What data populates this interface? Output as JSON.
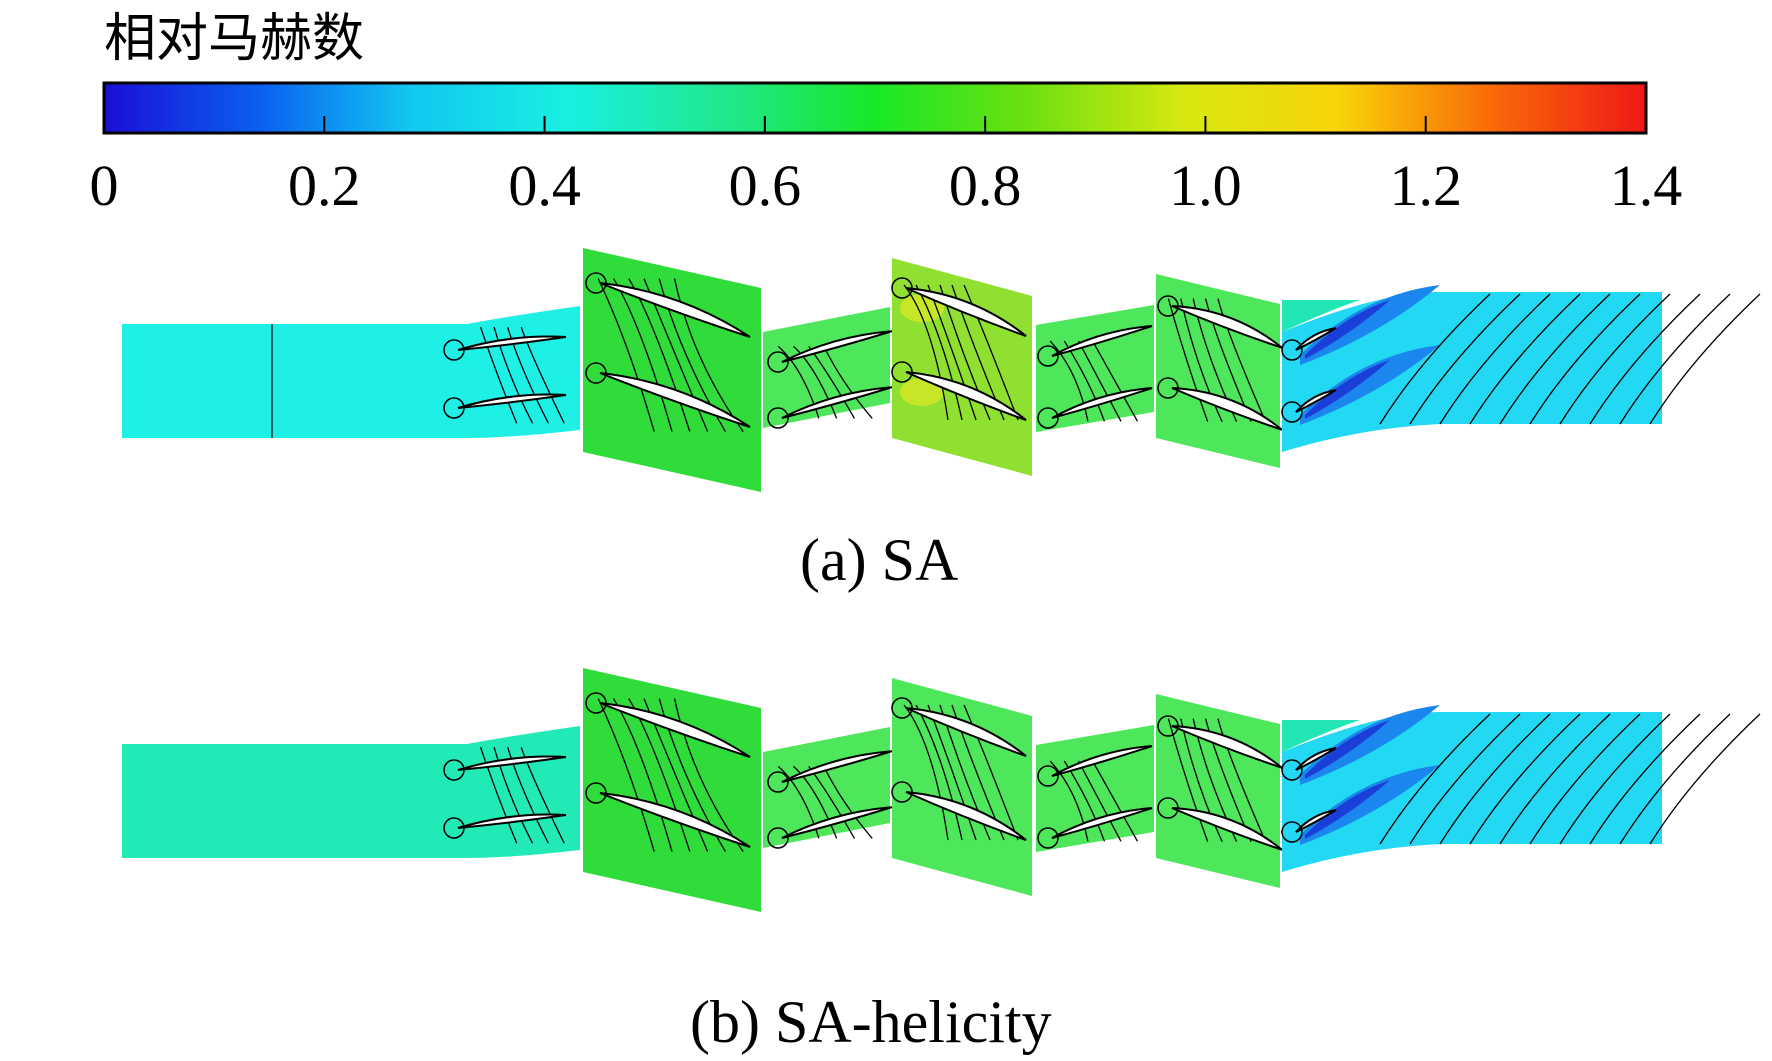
{
  "colorbar": {
    "title": "相对马赫数",
    "ticks": [
      "0",
      "0.2",
      "0.4",
      "0.6",
      "0.8",
      "1.0",
      "1.2",
      "1.4"
    ],
    "range": [
      0,
      1.4
    ],
    "colors": [
      "#1a0fd6",
      "#0a5ff0",
      "#12c8f0",
      "#18f0e0",
      "#20e890",
      "#18e828",
      "#6ee010",
      "#d8e810",
      "#f8d408",
      "#f86a08",
      "#f01818"
    ]
  },
  "panels": [
    {
      "caption": "(a) SA",
      "variant": "SA"
    },
    {
      "caption": "(b) SA-helicity",
      "variant": "SA-helicity"
    }
  ],
  "palette": {
    "inlet_a": "#1ef0e6",
    "inlet_b": "#22eab6",
    "green_light": "#4ee65a",
    "green_mid": "#2fdc3a",
    "green_yellow": "#8fe030",
    "cyan_green": "#22e6b4",
    "deep_blue": "#1a3fd8",
    "mid_blue": "#1a86ee",
    "light_blue": "#20c8f0",
    "outlet_cyan": "#22d8f2"
  }
}
